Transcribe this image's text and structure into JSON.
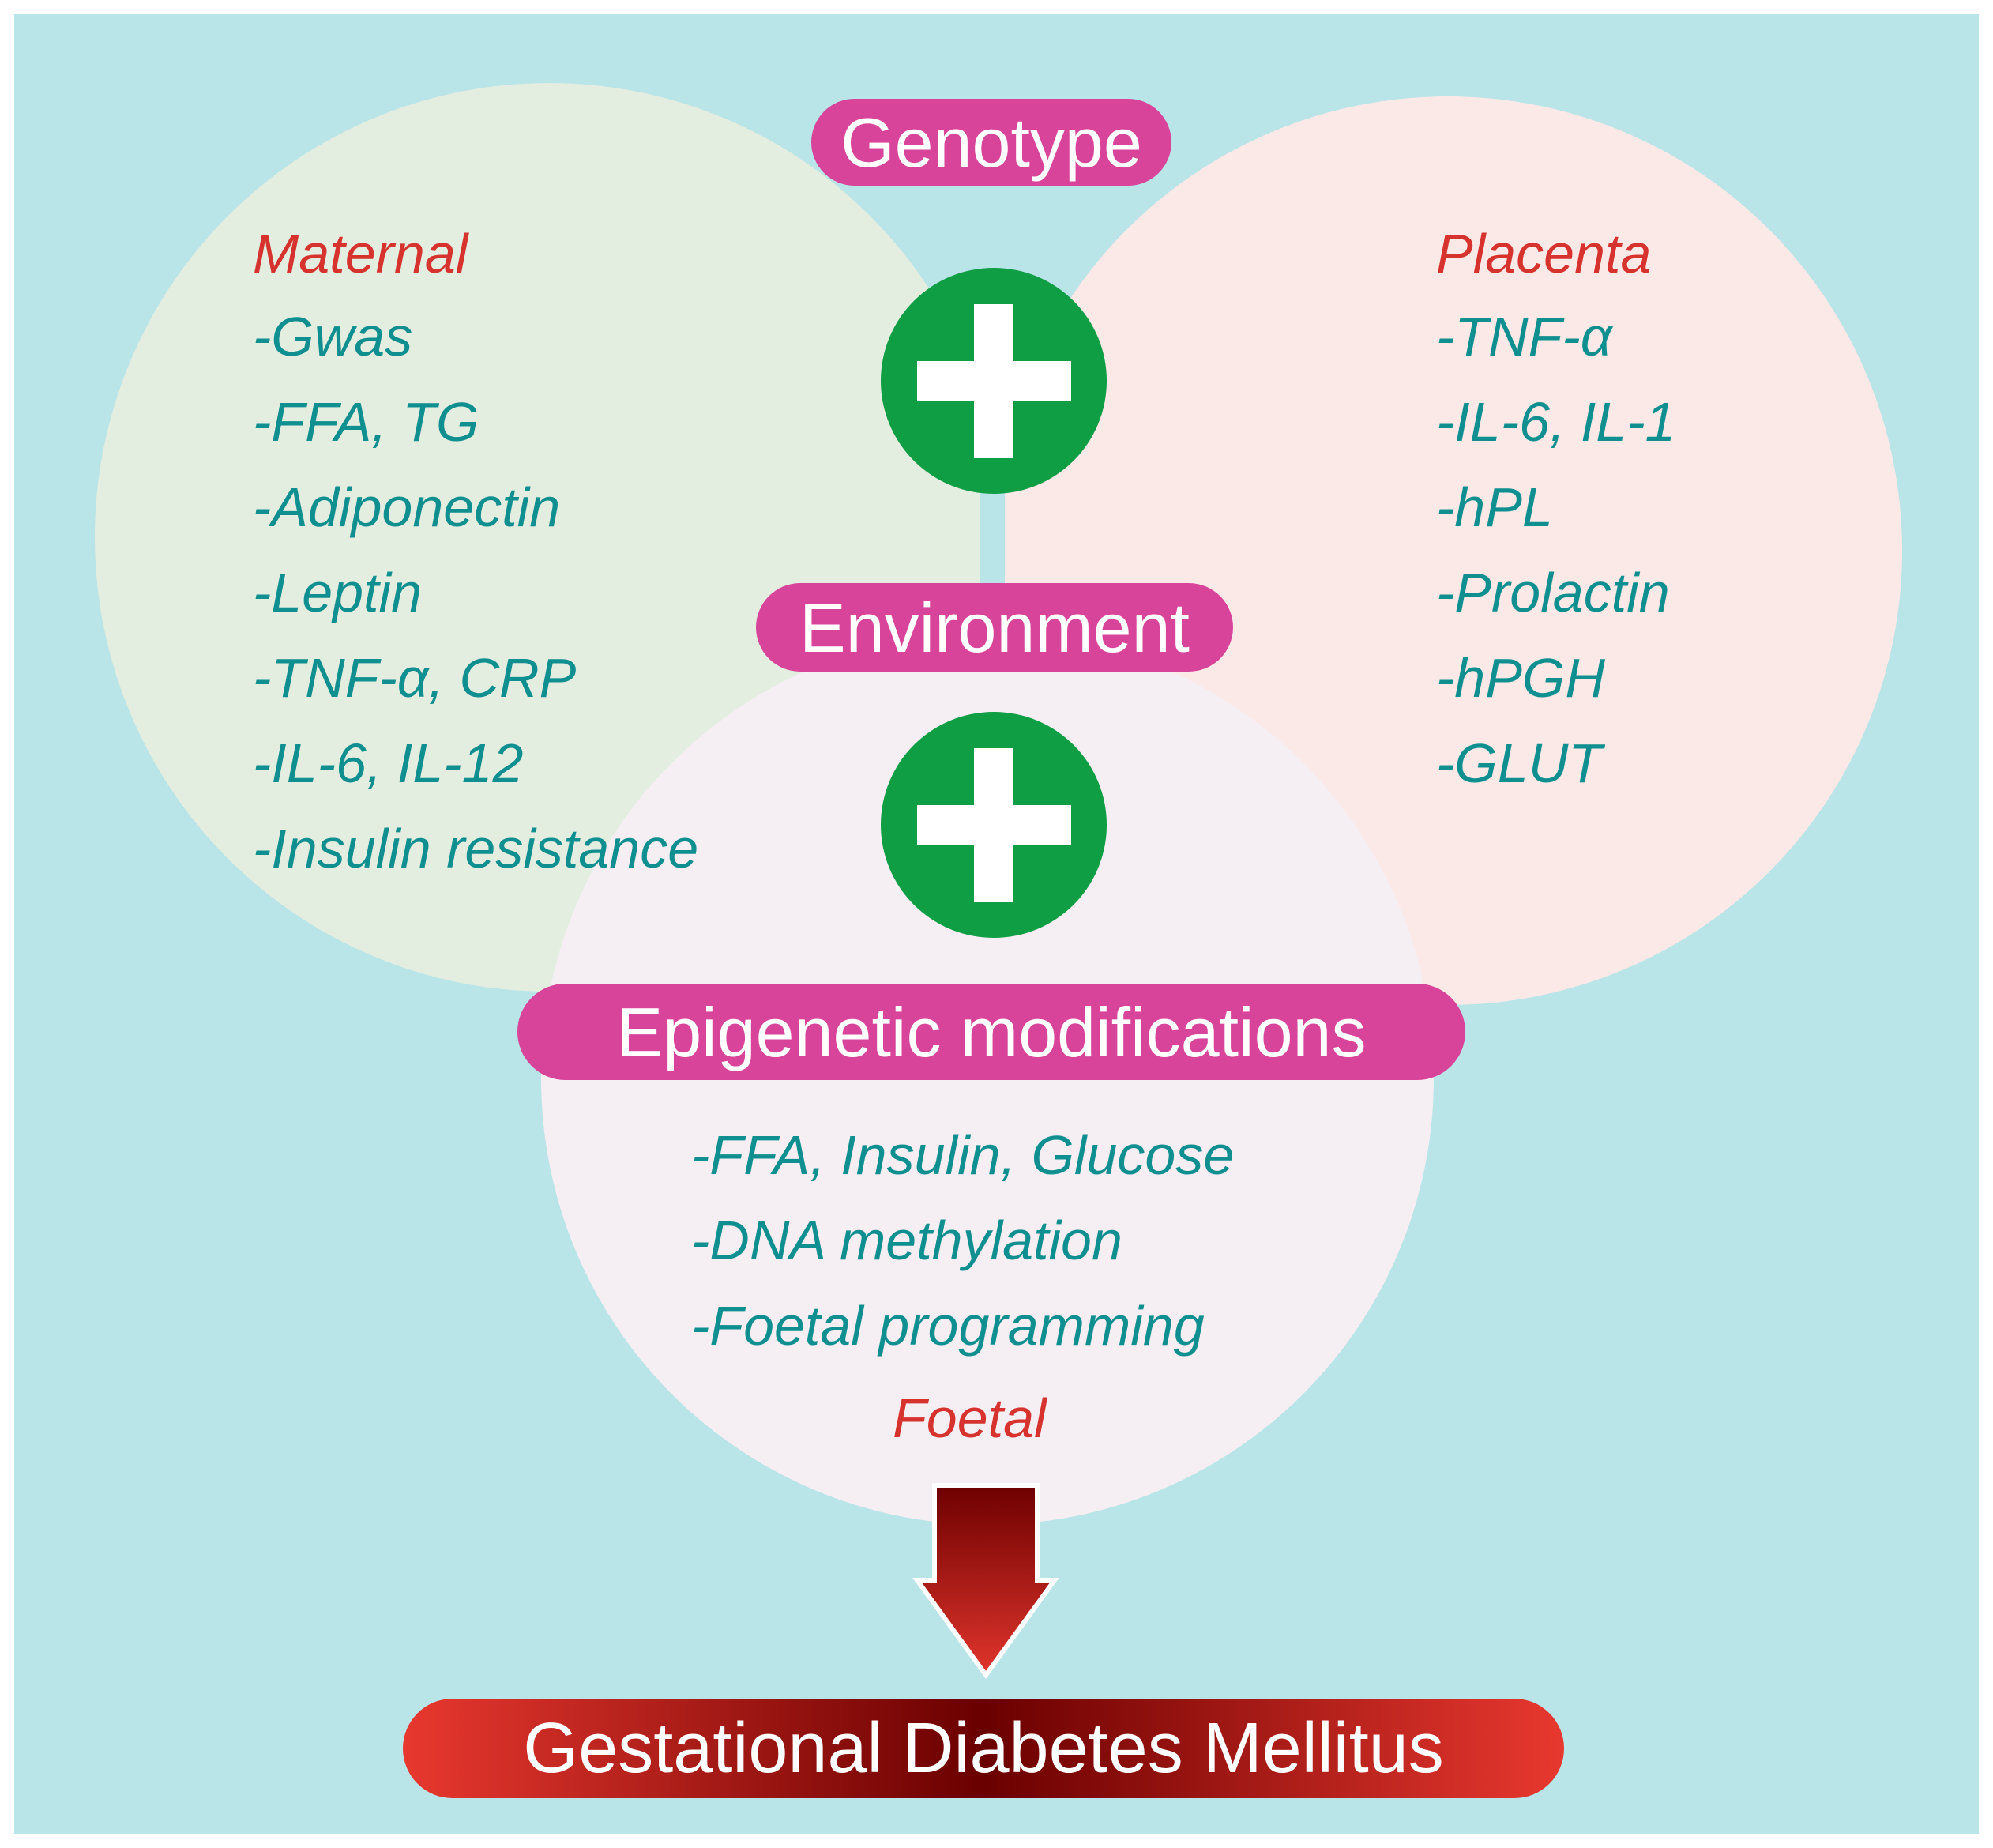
{
  "labels": {
    "genotype": "Genotype",
    "environment": "Environment",
    "epigenetic": "Epigenetic modifications",
    "result": "Gestational Diabetes Mellitus"
  },
  "maternal": {
    "heading": "Maternal",
    "items": [
      "-Gwas",
      "-FFA, TG",
      "-Adiponectin",
      "-Leptin",
      "-TNF-α, CRP",
      "-IL-6, IL-12",
      "-Insulin resistance"
    ]
  },
  "placenta": {
    "heading": "Placenta",
    "items": [
      "-TNF-α",
      "-IL-6, IL-1",
      "-hPL",
      "-Prolactin",
      "-hPGH",
      "-GLUT"
    ]
  },
  "foetal": {
    "heading": "Foetal",
    "items": [
      "-FFA, Insulin, Glucose",
      "-DNA methylation",
      "-Foetal programming"
    ]
  },
  "colors": {
    "background": "#b9e4e8",
    "maternal_circle": "#e3ede0",
    "placenta_circle": "#fbe9e8",
    "foetal_circle": "#f5eff4",
    "label_pill": "#d8449a",
    "plus_badge": "#0f9e44",
    "heading_text": "#d6322e",
    "item_text": "#0f8f8f",
    "result_dark": "#7a0000",
    "result_light": "#e03a32"
  }
}
